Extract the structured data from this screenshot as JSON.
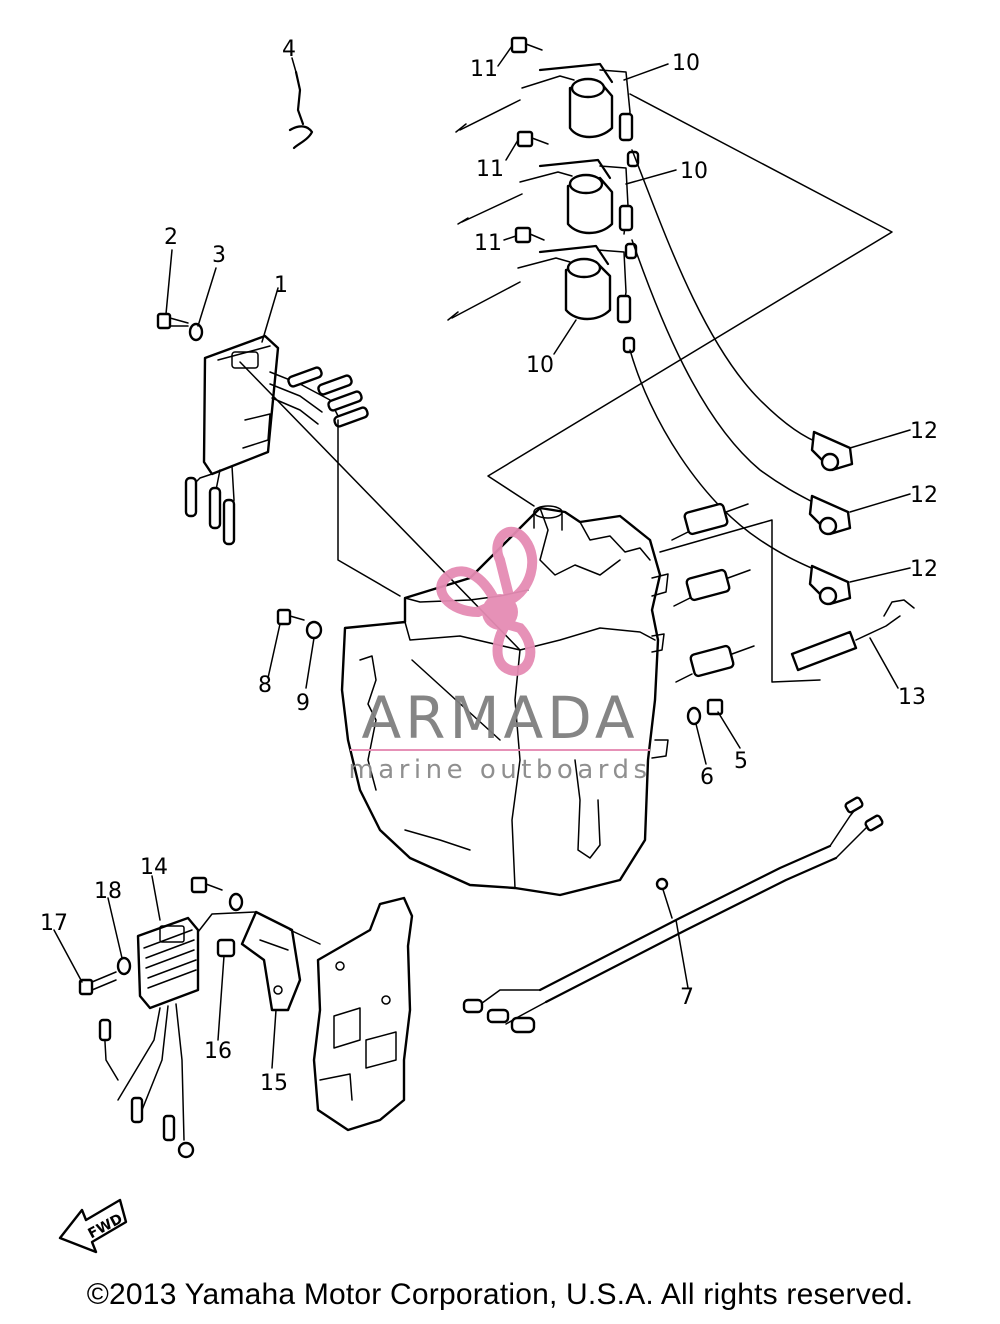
{
  "diagram": {
    "callouts": {
      "c1": "1",
      "c2": "2",
      "c3": "3",
      "c4": "4",
      "c5": "5",
      "c6": "6",
      "c7": "7",
      "c8": "8",
      "c9": "9",
      "c10a": "10",
      "c10b": "10",
      "c10c": "10",
      "c11a": "11",
      "c11b": "11",
      "c11c": "11",
      "c12a": "12",
      "c12b": "12",
      "c12c": "12",
      "c13": "13",
      "c14": "14",
      "c15": "15",
      "c16": "16",
      "c17": "17",
      "c18": "18"
    },
    "fwd_label": "FWD"
  },
  "watermark": {
    "brand": "ARMADA",
    "tagline": "marine outboards",
    "brand_color": "#7f7f7f",
    "logo_color": "#e58cb4"
  },
  "footer": {
    "copyright": "©2013 Yamaha Motor Corporation, U.S.A. All rights reserved."
  }
}
